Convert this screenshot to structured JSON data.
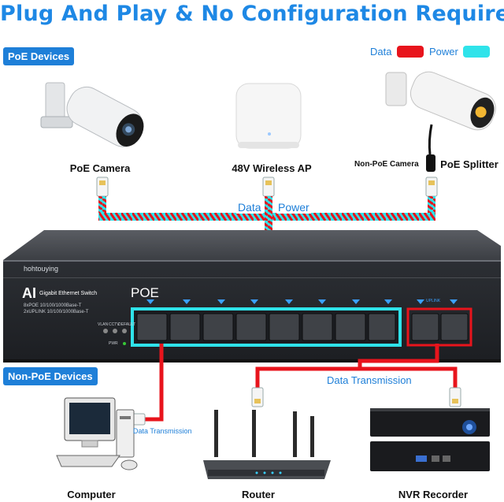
{
  "title": "Plug And Play & No Configuration Required",
  "sections": {
    "poe": "PoE Devices",
    "non_poe": "Non-PoE Devices"
  },
  "legend": {
    "data_label": "Data",
    "power_label": "Power",
    "data_color": "#e8141c",
    "power_color": "#2fe3ea"
  },
  "devices": {
    "poe_camera": "PoE Camera",
    "wireless_ap": "48V Wireless AP",
    "non_poe_camera": "Non-PoE Camera",
    "poe_splitter": "PoE Splitter",
    "computer": "Computer",
    "router": "Router",
    "nvr": "NVR Recorder"
  },
  "cable_labels": {
    "data": "Data",
    "power": "Power",
    "data_transmission": "Data Transmission",
    "data_transmission_small": "Data Transmission"
  },
  "switch": {
    "brand": "hohtouying",
    "ai": "AI",
    "model_desc": "Gigabit Ethernet Switch",
    "poe": "POE",
    "spec1": "8xPOE 10/100/1000Base-T",
    "spec2": "2xUPLINK 10/100/1000Base-T",
    "uplink": "UPLINK",
    "vlan": "VLAN",
    "cctv": "CCTV",
    "default": "DEFAULT",
    "pwr": "PWR"
  }
}
